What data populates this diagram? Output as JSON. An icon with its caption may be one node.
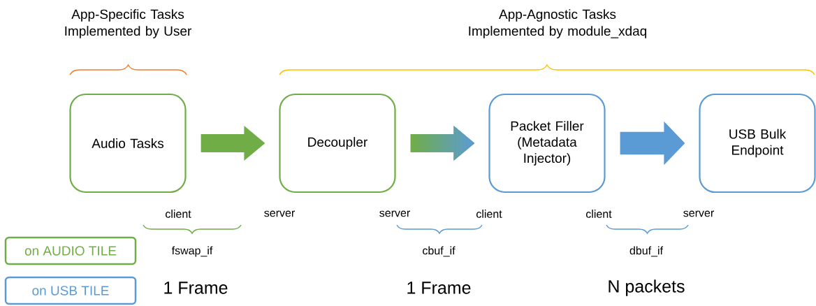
{
  "diagram": {
    "nodes": [
      {
        "text": [
          "Audio Tasks"
        ]
      },
      {
        "text": [
          "Decoupler"
        ]
      },
      {
        "text": [
          "Packet Filler (Metadata Injector)"
        ]
      },
      {
        "text": [
          "USB Bulk Endpoint"
        ]
      }
    ],
    "edges": [
      {
        "from": 0,
        "to": 1,
        "arrow": "to",
        "color": "#70ad47"
      },
      {
        "from": 1,
        "to": 2,
        "arrow": "to",
        "color": "#5b9bd5"
      },
      {
        "from": 2,
        "to": 3,
        "arrow": "to",
        "color": "#5b9bd5"
      }
    ],
    "labels": [
      "App-Specific Tasks Implemented by User",
      "App-Agnostic Tasks Implemented by module_xdaq",
      "client",
      "server",
      "fswap_if",
      "server",
      "client",
      "cbuf_if",
      "client",
      "server",
      "dbuf_if",
      "1 Frame",
      "1 Frame",
      "N packets"
    ],
    "legend": [
      {
        "text": "on AUDIO TILE",
        "color": "#70ad47"
      },
      {
        "text": "on USB TILE",
        "color": "#5b9bd5"
      }
    ]
  }
}
